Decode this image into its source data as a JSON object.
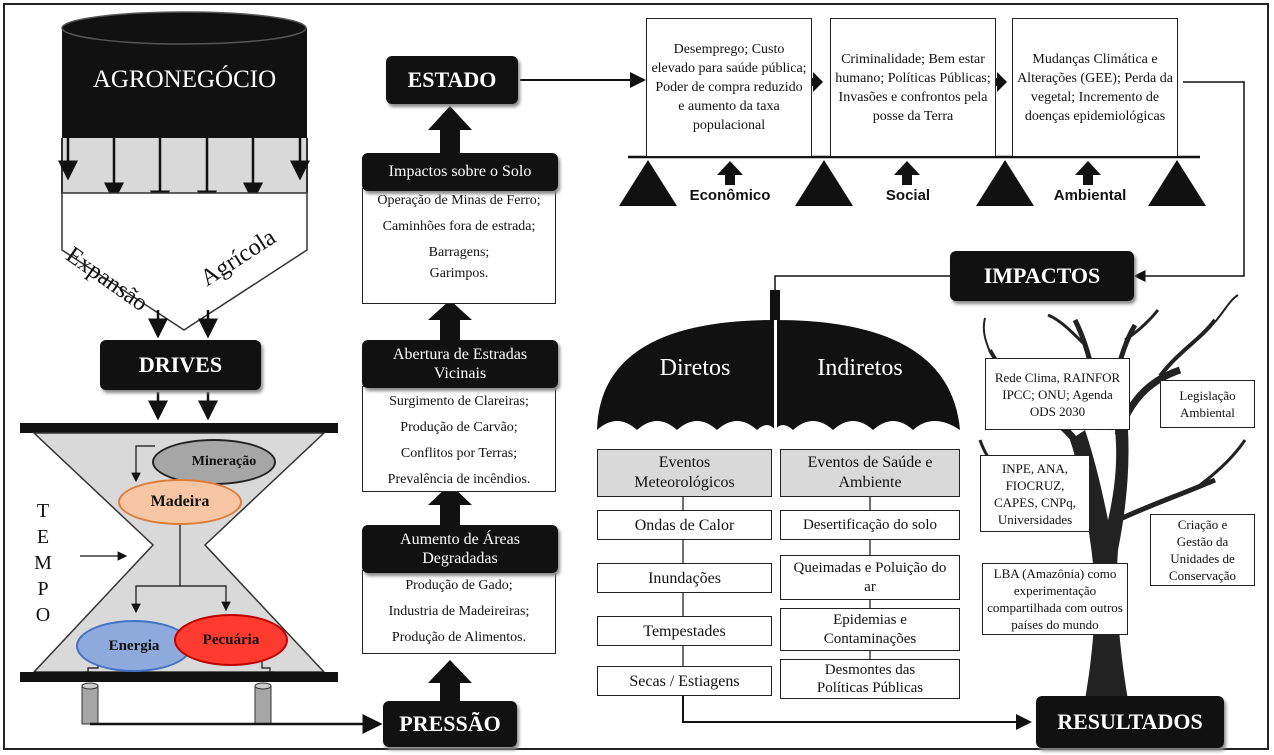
{
  "agronegocio": {
    "title": "AGRONEGÓCIO",
    "funnel_left": "Expansão",
    "funnel_right": "Agrícola"
  },
  "drives": "DRIVES",
  "tempo": "TEMPO",
  "hourglass": {
    "mineracao": "Mineração",
    "madeira": "Madeira",
    "energia": "Energia",
    "pecuaria": "Pecuária"
  },
  "pressao": "PRESSÃO",
  "estado": "ESTADO",
  "impactos": "IMPACTOS",
  "resultados": "RESULTADOS",
  "stack": [
    {
      "header": "Impactos sobre o Solo",
      "items": [
        "Operação de Minas de Ferro;",
        "Caminhões fora de estrada;",
        "Barragens;",
        "Garimpos."
      ]
    },
    {
      "header": "Abertura de Estradas Vicinais",
      "items": [
        "Surgimento de Clareiras;",
        "Produção de Carvão;",
        "Conflitos por Terras;",
        "Prevalência de incêndios."
      ]
    },
    {
      "header": "Aumento de Áreas Degradadas",
      "items": [
        "Produção de Gado;",
        "Industria de Madeireiras;",
        "Produção de Alimentos."
      ]
    }
  ],
  "estado_boxes": [
    "Desemprego; Custo elevado para saúde pública; Poder de compra reduzido e aumento da taxa populacional",
    "Criminalidade; Bem estar humano; Políticas Públicas; Invasões e confrontos pela posse da Terra",
    "Mudanças Climática e Alterações (GEE); Perda da vegetal; Incremento de doenças epidemiológicas"
  ],
  "pillars": [
    "Econômico",
    "Social",
    "Ambiental"
  ],
  "umbrella": {
    "left": "Diretos",
    "right": "Indiretos",
    "left_header": "Eventos Meteorológicos",
    "right_header": "Eventos de Saúde e Ambiente",
    "left_items": [
      "Ondas de Calor",
      "Inundações",
      "Tempestades",
      "Secas / Estiagens"
    ],
    "right_items": [
      "Desertificação do solo",
      "Queimadas e Poluição do ar",
      "Epidemias e Contaminações",
      "Desmontes das Políticas Públicas"
    ]
  },
  "tree_boxes": [
    "Rede Clima, RAINFOR IPCC; ONU; Agenda ODS 2030",
    "Legislação Ambiental",
    "INPE, ANA, FIOCRUZ, CAPES, CNPq, Universidades",
    "Criação e Gestão da Unidades de Conservação",
    "LBA (Amazônia) como experimentação compartilhada com outros países do mundo"
  ],
  "colors": {
    "black": "#111111",
    "madeira": "#f7c6a5",
    "madeira_border": "#e07b39",
    "mineracao": "#a6a6a6",
    "energia": "#8ea9db",
    "energia_border": "#4472c4",
    "pecuaria": "#ff3b30",
    "pecuaria_border": "#c00000",
    "hourglass": "#d9d9d9",
    "tree": "#222222"
  }
}
